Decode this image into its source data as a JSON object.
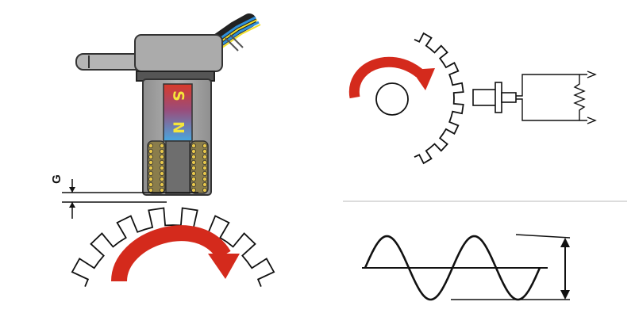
{
  "figure": {
    "magnet": {
      "north_label": "N",
      "south_label": "S"
    },
    "gap_label": "G",
    "colors": {
      "arrow": "#d42a1c",
      "housing": "#a9a9a9",
      "housing_dark": "#6e6e6e",
      "cable_blue": "#2f8fd8",
      "cable_yellow": "#f0e02a",
      "coil_gold": "#e6c64a",
      "magnet_red": "#d93a2a",
      "magnet_blue": "#48a8e0",
      "letter_yellow": "#f5e63a",
      "line": "#111111",
      "divider": "#c8c8c8"
    }
  }
}
